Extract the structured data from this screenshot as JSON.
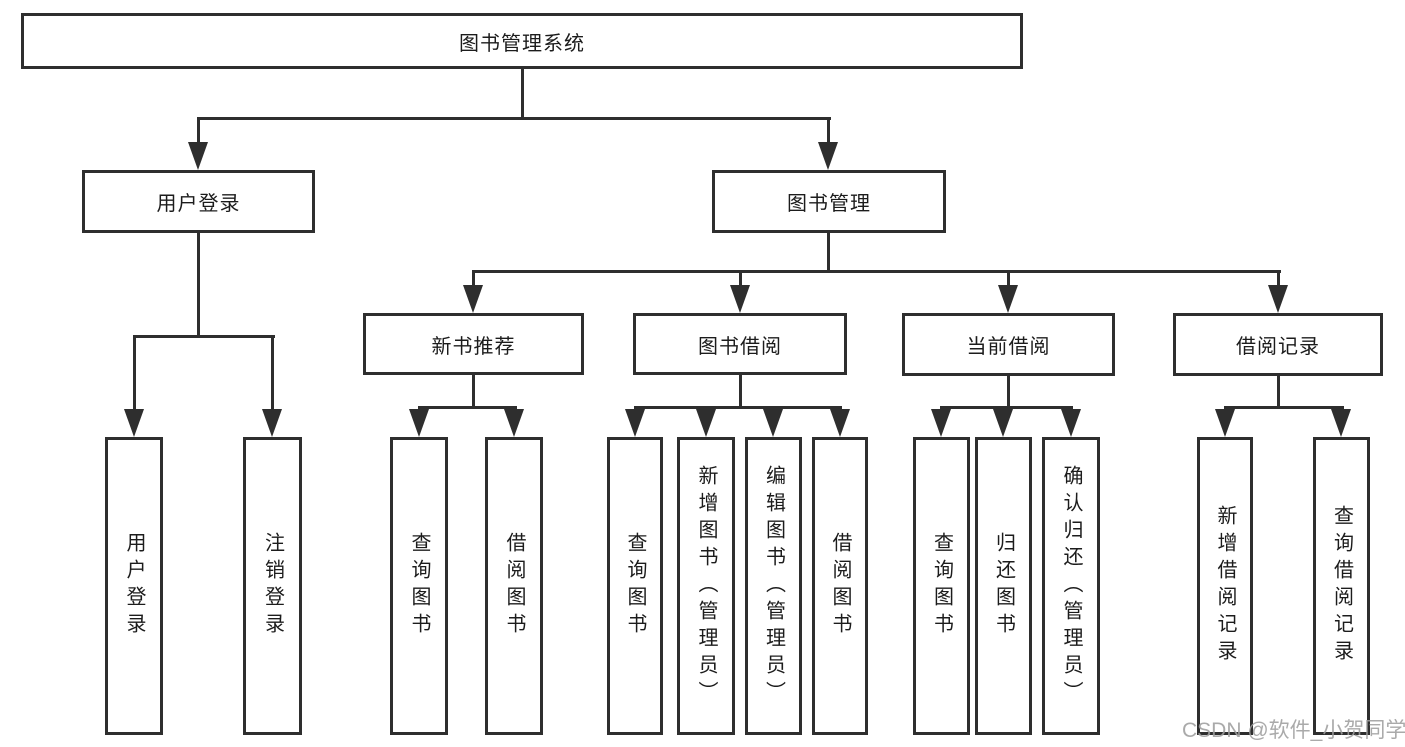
{
  "tree": {
    "label": "图书管理系统",
    "children": [
      {
        "label": "用户登录",
        "children": [
          {
            "label": "用户登录"
          },
          {
            "label": "注销登录"
          }
        ]
      },
      {
        "label": "图书管理",
        "children": [
          {
            "label": "新书推荐",
            "children": [
              {
                "label": "查询图书"
              },
              {
                "label": "借阅图书"
              }
            ]
          },
          {
            "label": "图书借阅",
            "children": [
              {
                "label": "查询图书"
              },
              {
                "label": "新增图书（管理员）"
              },
              {
                "label": "编辑图书（管理员）"
              },
              {
                "label": "借阅图书"
              }
            ]
          },
          {
            "label": "当前借阅",
            "children": [
              {
                "label": "查询图书"
              },
              {
                "label": "归还图书"
              },
              {
                "label": "确认归还（管理员）"
              }
            ]
          },
          {
            "label": "借阅记录",
            "children": [
              {
                "label": "新增借阅记录"
              },
              {
                "label": "查询借阅记录"
              }
            ]
          }
        ]
      }
    ]
  },
  "watermark": "CSDN @软件_小贺同学",
  "colors": {
    "line": "#2e2e2e",
    "box_background": "#ffffff",
    "text": "#1c1c1c",
    "watermark": "#9e9e9e"
  }
}
